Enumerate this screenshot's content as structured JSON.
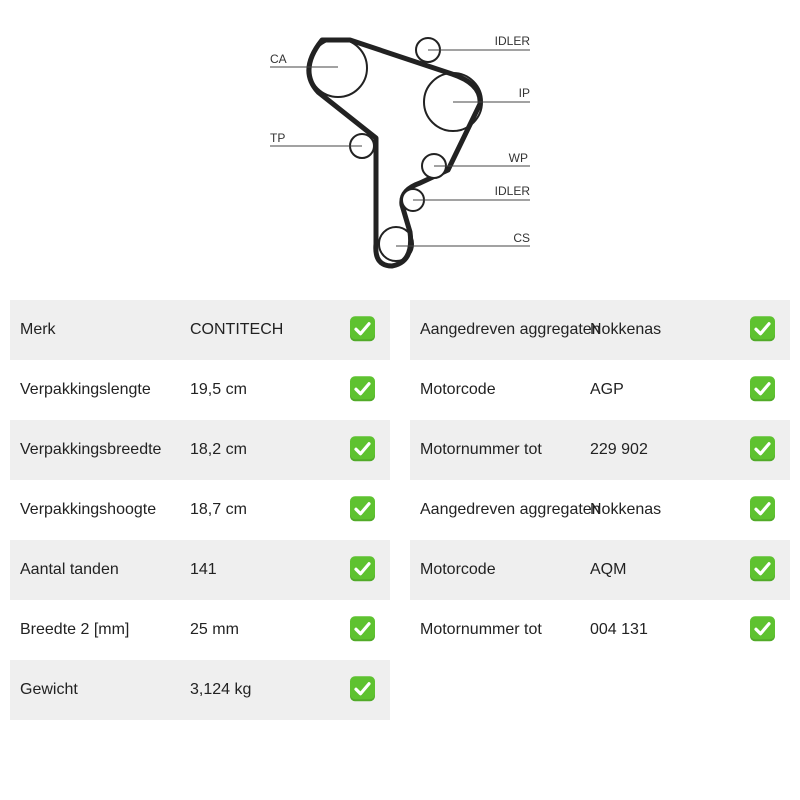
{
  "diagram": {
    "labels": {
      "ca": "CA",
      "tp": "TP",
      "idler_top": "IDLER",
      "ip": "IP",
      "wp": "WP",
      "idler_bottom": "IDLER",
      "cs": "CS"
    }
  },
  "colors": {
    "belt": "#222222",
    "row_shade": "#efefef",
    "check": "#5ec230"
  },
  "table_left": [
    {
      "label": "Merk",
      "value": "CONTITECH",
      "icon": "check-icon"
    },
    {
      "label": "Verpakkingslengte",
      "value": "19,5 cm",
      "icon": "check-icon"
    },
    {
      "label": "Verpakkingsbreedte",
      "value": "18,2 cm",
      "icon": "check-icon"
    },
    {
      "label": "Verpakkingshoogte",
      "value": "18,7 cm",
      "icon": "check-icon"
    },
    {
      "label": "Aantal tanden",
      "value": "141",
      "icon": "check-icon"
    },
    {
      "label": "Breedte 2 [mm]",
      "value": "25 mm",
      "icon": "check-icon"
    },
    {
      "label": "Gewicht",
      "value": "3,124 kg",
      "icon": "check-icon"
    }
  ],
  "table_right": [
    {
      "label": "Aangedreven aggregaten",
      "value": "Nokkenas",
      "icon": "check-icon"
    },
    {
      "label": "Motorcode",
      "value": "AGP",
      "icon": "check-icon"
    },
    {
      "label": "Motornummer tot",
      "value": "229 902",
      "icon": "check-icon"
    },
    {
      "label": "Aangedreven aggregaten",
      "value": "Nokkenas",
      "icon": "check-icon"
    },
    {
      "label": "Motorcode",
      "value": "AQM",
      "icon": "check-icon"
    },
    {
      "label": "Motornummer tot",
      "value": "004 131",
      "icon": "check-icon"
    }
  ]
}
